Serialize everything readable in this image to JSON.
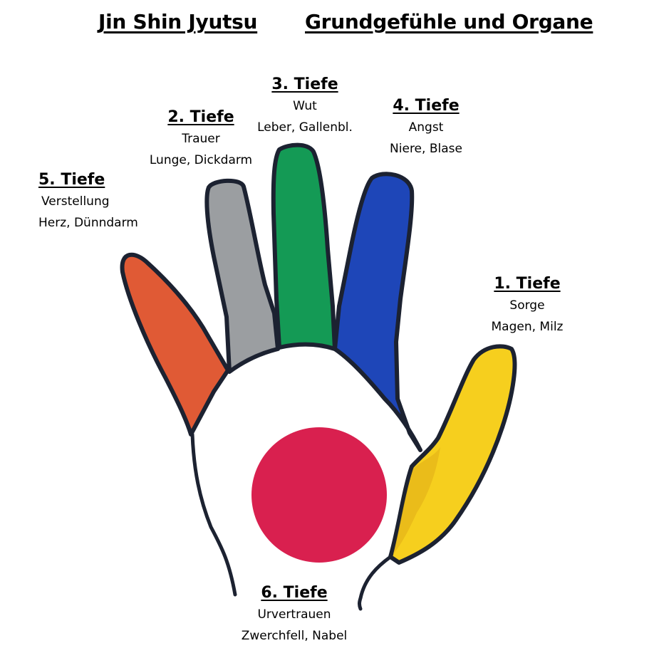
{
  "title": {
    "left": "Jin Shin Jyutsu",
    "right": "Grundgefühle und Organe"
  },
  "colors": {
    "outline": "#1c2231",
    "thumb": "#f6cf1e",
    "thumb_dark": "#e7b81a",
    "index": "#1e46b8",
    "middle": "#149a55",
    "ring": "#9b9ea1",
    "little": "#e05a35",
    "palm": "#d9204f"
  },
  "depths": [
    {
      "key": "d1",
      "heading": "1. Tiefe",
      "feeling": "Sorge",
      "organs": "Magen, Milz"
    },
    {
      "key": "d2",
      "heading": "2. Tiefe",
      "feeling": "Trauer",
      "organs": "Lunge, Dickdarm"
    },
    {
      "key": "d3",
      "heading": "3. Tiefe",
      "feeling": "Wut",
      "organs": "Leber, Gallenbl."
    },
    {
      "key": "d4",
      "heading": "4. Tiefe",
      "feeling": "Angst",
      "organs": "Niere, Blase"
    },
    {
      "key": "d5",
      "heading": "5. Tiefe",
      "feeling": "Verstellung",
      "organs": "Herz, Dünndarm"
    },
    {
      "key": "d6",
      "heading": "6. Tiefe",
      "feeling": "Urvertrauen",
      "organs": "Zwerchfell, Nabel"
    }
  ]
}
